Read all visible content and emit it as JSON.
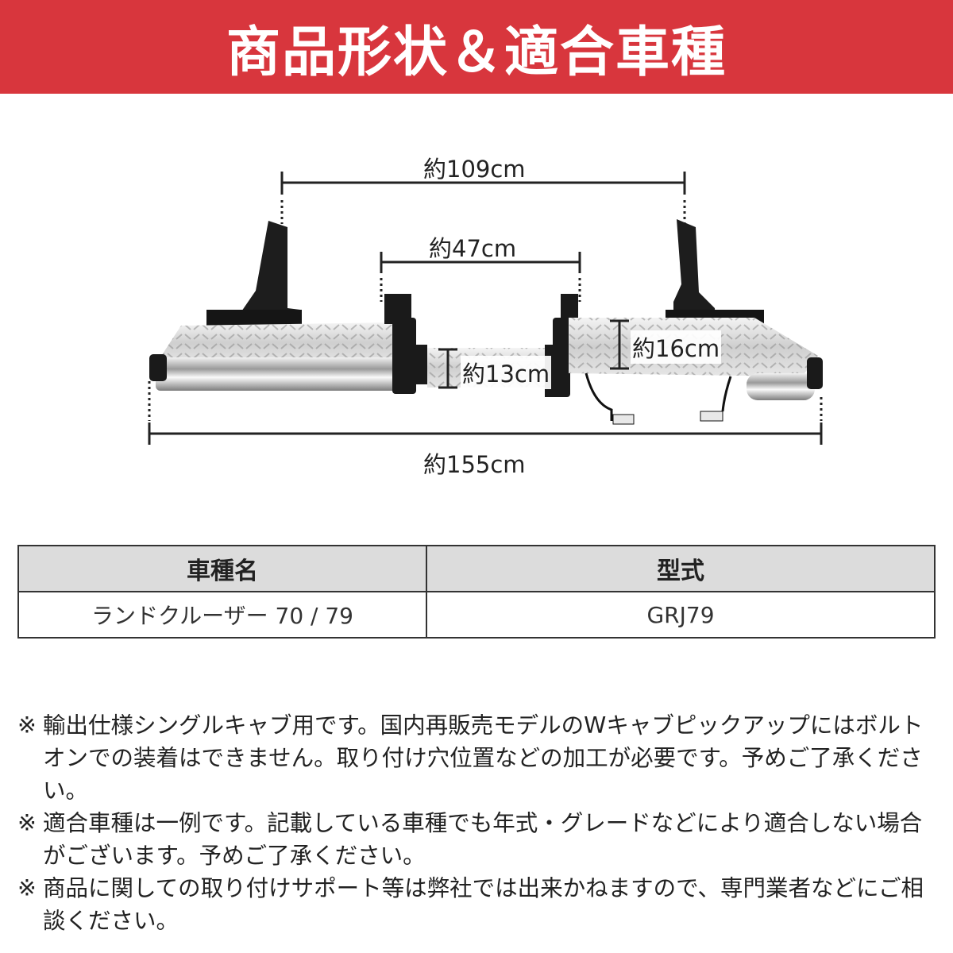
{
  "banner": {
    "title": "商品形状＆適合車種"
  },
  "dimensions": {
    "overall": "約155cm",
    "bracket_span": "約109cm",
    "inner_span": "約47cm",
    "step_height": "約16cm",
    "center_height": "約13cm"
  },
  "table": {
    "headers": [
      "車種名",
      "型式"
    ],
    "rows": [
      [
        "ランドクルーザー 70 / 79",
        "GRJ79"
      ]
    ]
  },
  "notes": [
    {
      "mark": "※",
      "text": "輸出仕様シングルキャブ用です。国内再販売モデルのWキャブピックアップにはボルトオンでの装着はできません。取り付け穴位置などの加工が必要です。予めご了承ください。"
    },
    {
      "mark": "※",
      "text": "適合車種は一例です。記載している車種でも年式・グレードなどにより適合しない場合がございます。予めご了承ください。"
    },
    {
      "mark": "※",
      "text": "商品に関しての取り付けサポート等は弊社では出来かねますので、専門業者などにご相談ください。"
    }
  ],
  "colors": {
    "banner": "#d8363d",
    "table_header": "#dcdcdc"
  }
}
